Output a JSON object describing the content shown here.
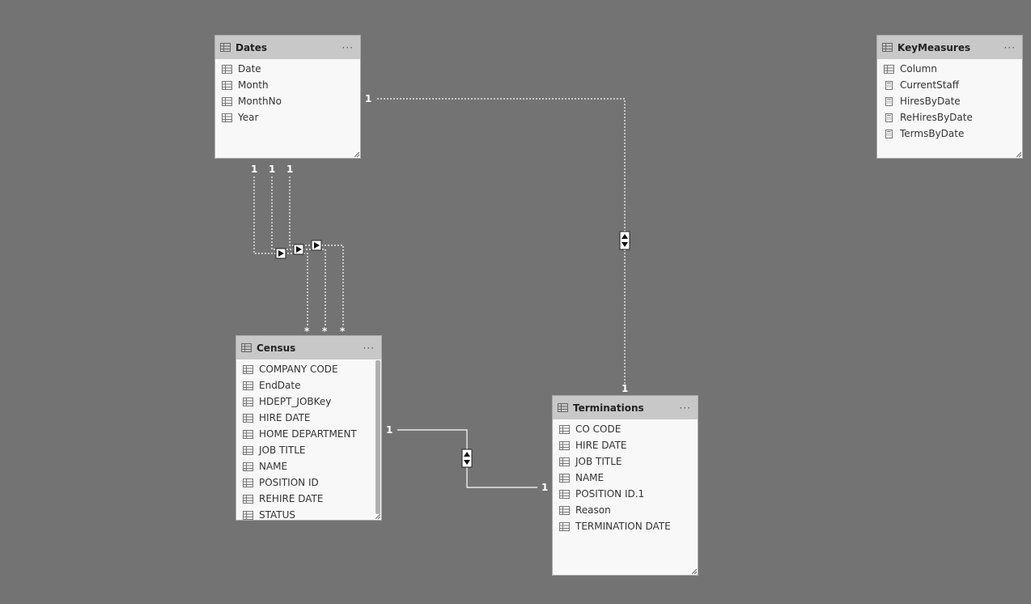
{
  "tables": [
    {
      "id": "dates",
      "name": "Dates",
      "fields": [
        {
          "name": "Date",
          "icon": "column-icon"
        },
        {
          "name": "Month",
          "icon": "column-icon"
        },
        {
          "name": "MonthNo",
          "icon": "column-icon"
        },
        {
          "name": "Year",
          "icon": "column-icon"
        }
      ]
    },
    {
      "id": "keymeasures",
      "name": "KeyMeasures",
      "fields": [
        {
          "name": "Column",
          "icon": "column-icon"
        },
        {
          "name": "CurrentStaff",
          "icon": "measure-icon"
        },
        {
          "name": "HiresByDate",
          "icon": "measure-icon"
        },
        {
          "name": "ReHiresByDate",
          "icon": "measure-icon"
        },
        {
          "name": "TermsByDate",
          "icon": "measure-icon"
        }
      ]
    },
    {
      "id": "census",
      "name": "Census",
      "fields": [
        {
          "name": "COMPANY CODE",
          "icon": "column-icon"
        },
        {
          "name": "EndDate",
          "icon": "column-icon"
        },
        {
          "name": "HDEPT_JOBKey",
          "icon": "column-icon"
        },
        {
          "name": "HIRE DATE",
          "icon": "column-icon"
        },
        {
          "name": "HOME DEPARTMENT",
          "icon": "column-icon"
        },
        {
          "name": "JOB TITLE",
          "icon": "column-icon"
        },
        {
          "name": "NAME",
          "icon": "column-icon"
        },
        {
          "name": "POSITION ID",
          "icon": "column-icon"
        },
        {
          "name": "REHIRE DATE",
          "icon": "column-icon"
        },
        {
          "name": "STATUS",
          "icon": "column-icon"
        }
      ]
    },
    {
      "id": "terminations",
      "name": "Terminations",
      "fields": [
        {
          "name": "CO CODE",
          "icon": "column-icon"
        },
        {
          "name": "HIRE DATE",
          "icon": "column-icon"
        },
        {
          "name": "JOB TITLE",
          "icon": "column-icon"
        },
        {
          "name": "NAME",
          "icon": "column-icon"
        },
        {
          "name": "POSITION ID.1",
          "icon": "column-icon"
        },
        {
          "name": "Reason",
          "icon": "column-icon"
        },
        {
          "name": "TERMINATION DATE",
          "icon": "column-icon"
        }
      ]
    }
  ],
  "more_label": "···",
  "relationships": {
    "dates_terminations": {
      "from": "1",
      "to": "1",
      "direction": "both"
    },
    "census_terminations": {
      "from": "1",
      "to": "1",
      "direction": "both"
    },
    "dates_census": [
      {
        "from": "1",
        "to": "*",
        "direction": "single"
      },
      {
        "from": "1",
        "to": "*",
        "direction": "single"
      },
      {
        "from": "1",
        "to": "*",
        "direction": "single"
      }
    ]
  },
  "colors": {
    "canvas": "#737373",
    "header": "#c8c8c8",
    "card": "#f8f8f8",
    "line": "#ffffff"
  }
}
